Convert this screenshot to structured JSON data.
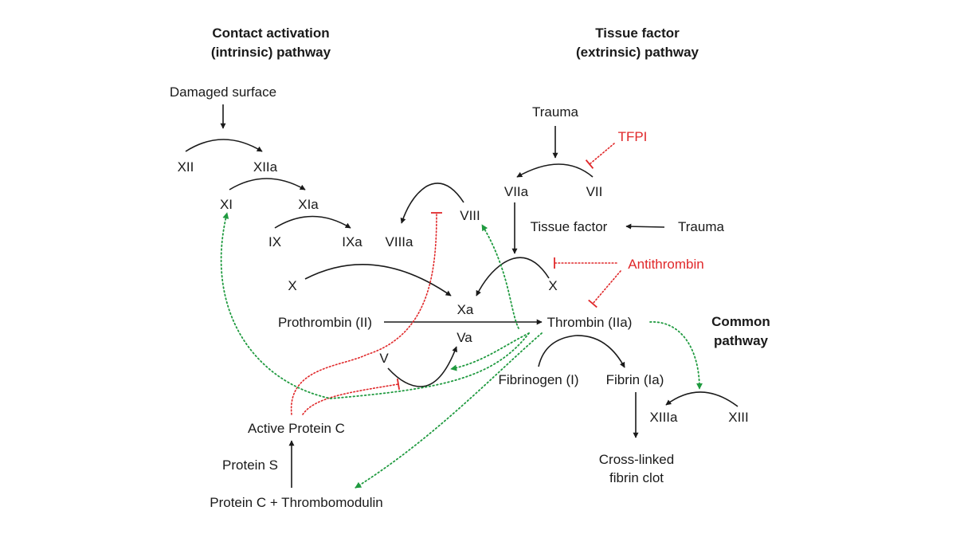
{
  "headings": {
    "intrinsic_line1": "Contact activation",
    "intrinsic_line2": "(intrinsic) pathway",
    "extrinsic_line1": "Tissue factor",
    "extrinsic_line2": "(extrinsic) pathway",
    "common_line1": "Common",
    "common_line2": "pathway"
  },
  "intrinsic": {
    "damaged_surface": "Damaged surface",
    "xii": "XII",
    "xiia": "XIIa",
    "xi": "XI",
    "xia": "XIa",
    "ix": "IX",
    "ixa": "IXa",
    "viiia": "VIIIa",
    "viii": "VIII"
  },
  "extrinsic": {
    "trauma_top": "Trauma",
    "tfpi": "TFPI",
    "viia": "VIIa",
    "vii": "VII",
    "tissue_factor": "Tissue factor",
    "trauma_right": "Trauma",
    "antithrombin": "Antithrombin",
    "x_right": "X"
  },
  "common": {
    "x_left": "X",
    "xa": "Xa",
    "prothrombin": "Prothrombin (II)",
    "thrombin": "Thrombin (IIa)",
    "va": "Va",
    "v": "V",
    "fibrinogen": "Fibrinogen (I)",
    "fibrin": "Fibrin (Ia)",
    "xiiia": "XIIIa",
    "xiii": "XIII",
    "clot_line1": "Cross-linked",
    "clot_line2": "fibrin clot"
  },
  "regulation": {
    "active_protein_c": "Active Protein C",
    "protein_s": "Protein S",
    "protein_c_thrombomodulin": "Protein C + Thrombomodulin"
  },
  "colors": {
    "arrow": "#1a1a1a",
    "inhibition": "#e0282a",
    "activation_feedback": "#1f9a3f"
  }
}
